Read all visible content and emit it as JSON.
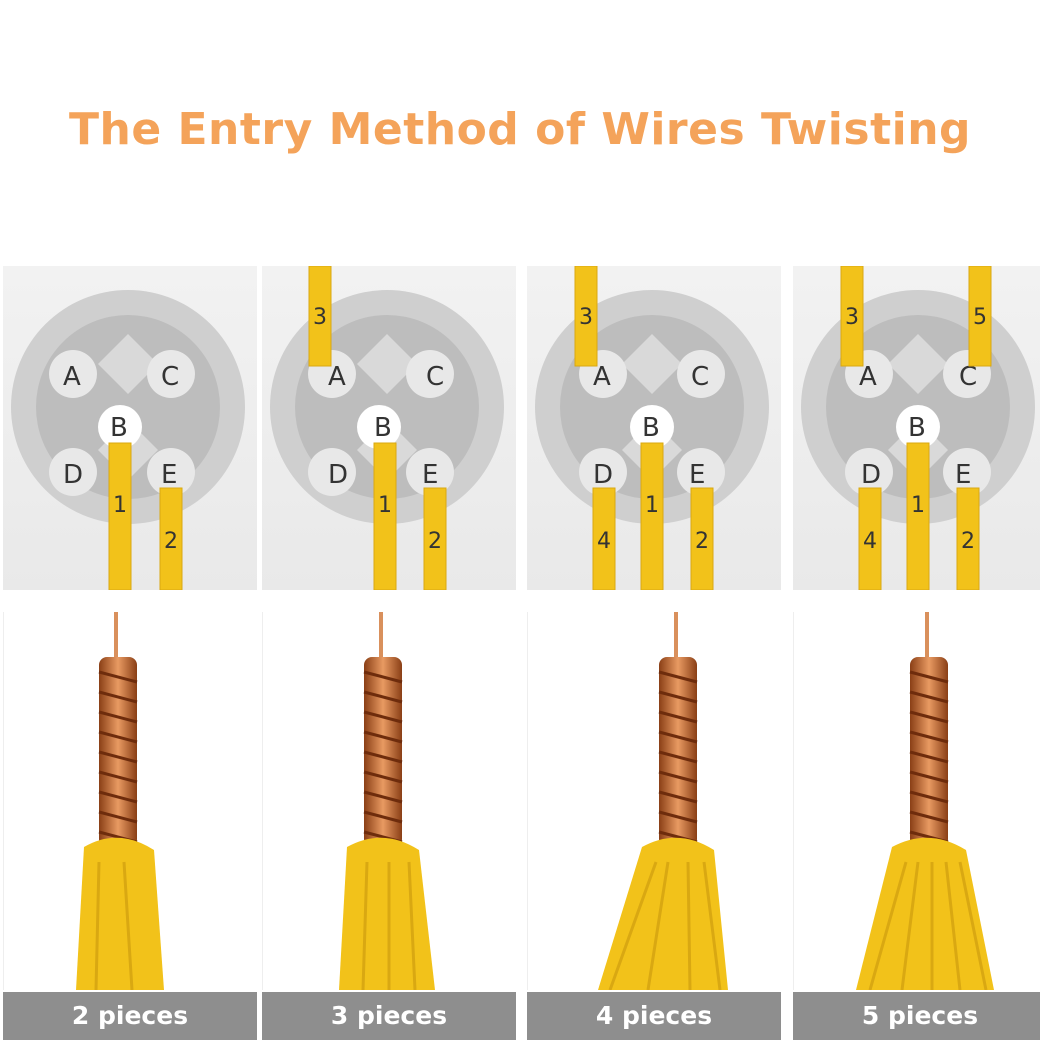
{
  "title": "The Entry Method of Wires Twisting",
  "hole_labels": {
    "a": "A",
    "b": "B",
    "c": "C",
    "d": "D",
    "e": "E"
  },
  "wire_numbers": {
    "n1": "1",
    "n2": "2",
    "n3": "3",
    "n4": "4",
    "n5": "5"
  },
  "columns": [
    {
      "caption": "2 pieces",
      "wires": [
        "1",
        "2"
      ]
    },
    {
      "caption": "3 pieces",
      "wires": [
        "1",
        "2",
        "3"
      ]
    },
    {
      "caption": "4 pieces",
      "wires": [
        "1",
        "2",
        "3",
        "4"
      ]
    },
    {
      "caption": "5 pieces",
      "wires": [
        "1",
        "2",
        "3",
        "4",
        "5"
      ]
    }
  ],
  "colors": {
    "title": "#f4a35a",
    "wire": "#f2c21a",
    "copper": "#c8713a",
    "caption_bg": "#8e8e8e"
  }
}
